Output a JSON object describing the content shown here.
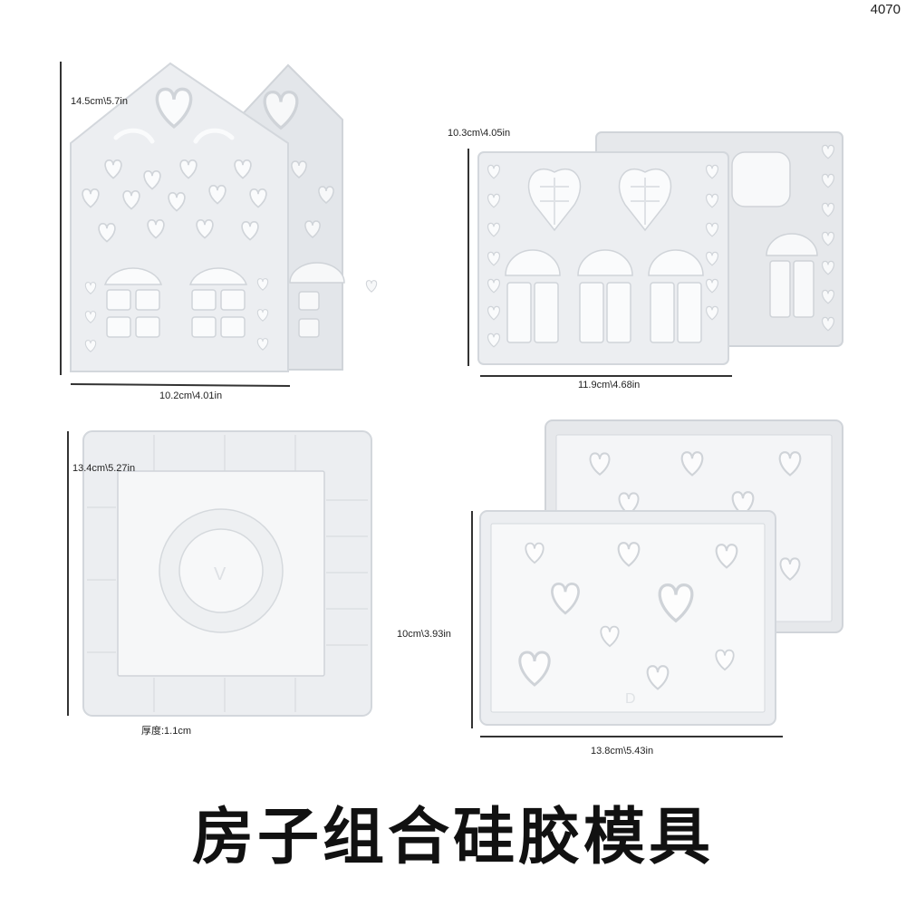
{
  "product_code": "4070",
  "title": "房子组合硅胶模具",
  "dimensions": {
    "house_height": "14.5cm\\5.7in",
    "house_width": "10.2cm\\4.01in",
    "facade_height": "10.3cm\\4.05in",
    "facade_width": "11.9cm\\4.68in",
    "square_height": "13.4cm\\5.27in",
    "thickness": "厚度:1.1cm",
    "tray_height": "10cm\\3.93in",
    "tray_width": "13.8cm\\5.43in"
  },
  "colors": {
    "silicone": "#e9ebee",
    "silicone_shadow": "#d2d6db",
    "cavity": "#f8f9fa",
    "background": "#ffffff"
  }
}
